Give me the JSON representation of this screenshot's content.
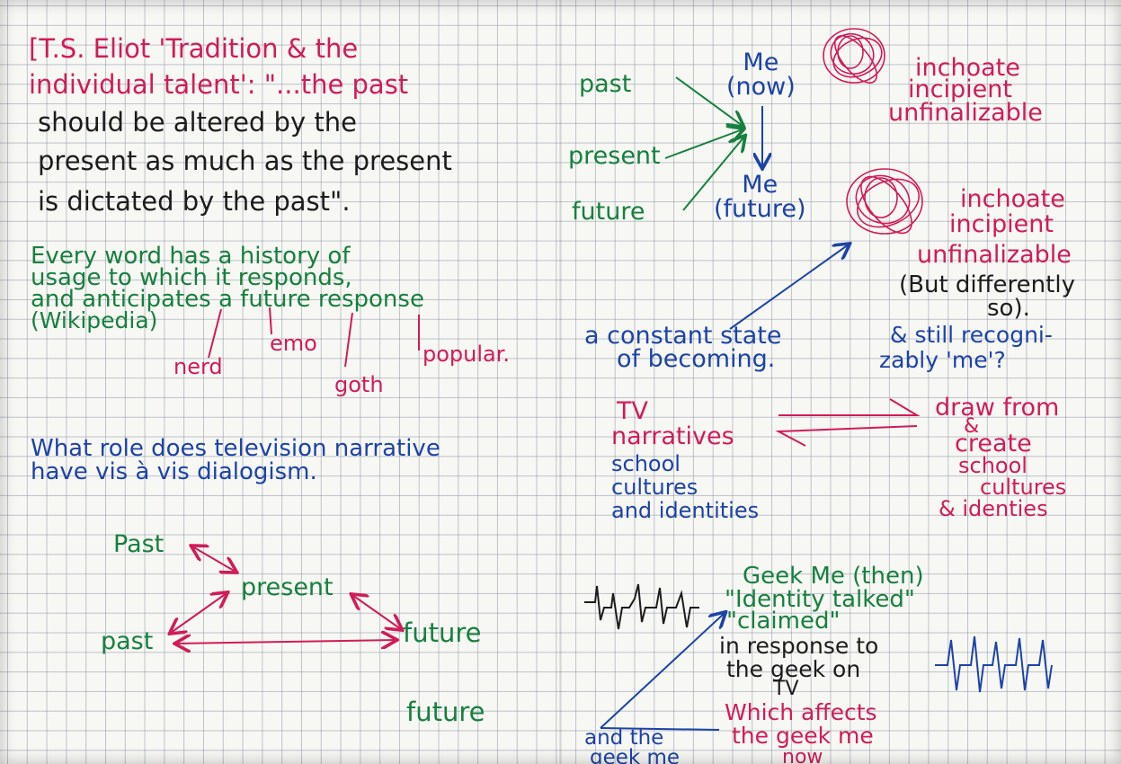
{
  "eliot": {
    "line1": "[T.S. Eliot 'Tradition & the",
    "line2": "individual talent': \"...the past",
    "line3": "should be altered by the",
    "line4": "present as much as the present",
    "line5": "is dictated by the past\"."
  },
  "history": {
    "line1": "Every word has a history of",
    "line2": "usage to which it responds,",
    "line3": "and anticipates a future response",
    "line4": "(Wikipedia)",
    "labels": [
      "nerd",
      "emo",
      "goth",
      "popular."
    ]
  },
  "question": {
    "line1": "What role does television narrative",
    "line2": "have vis à vis dialogism."
  },
  "triangle": {
    "past_top": "Past",
    "present": "present",
    "past_left": "past",
    "future": "future",
    "future_alone": "future"
  },
  "timeline": {
    "past": "past",
    "present": "present",
    "future": "future",
    "me_now": "Me\n(now)",
    "me_future": "Me\n(future)",
    "inchoate1": [
      "inchoate",
      "incipient",
      "unfinalizable"
    ],
    "inchoate2": [
      "inchoate",
      "incipient",
      "unfinalizable"
    ],
    "but_differently": [
      "(But differently",
      "so)."
    ],
    "still": [
      "& still recogni-",
      "zably 'me'?"
    ],
    "constant": [
      "a constant state",
      "of becoming."
    ]
  },
  "tv": {
    "left": [
      "TV",
      "narratives"
    ],
    "left_blue": [
      "school",
      "cultures",
      "and identities"
    ],
    "right": [
      "draw from",
      "&",
      "create",
      "school",
      "cultures",
      "& identies"
    ]
  },
  "geek": {
    "title": "Geek Me (then)",
    "talked": "\"Identity talked\"",
    "claimed": "\"claimed\"",
    "response": [
      "in response to",
      "the geek on",
      "TV"
    ],
    "affects": [
      "Which affects",
      "the geek me",
      "now"
    ],
    "and_geek": [
      "and the",
      "geek me"
    ]
  },
  "colors": {
    "red": "#d01c58",
    "green": "#17803e",
    "blue": "#1d43a6",
    "black": "#1c1c1c",
    "paper": "#f7f7f4",
    "grid": "#7a8296"
  }
}
